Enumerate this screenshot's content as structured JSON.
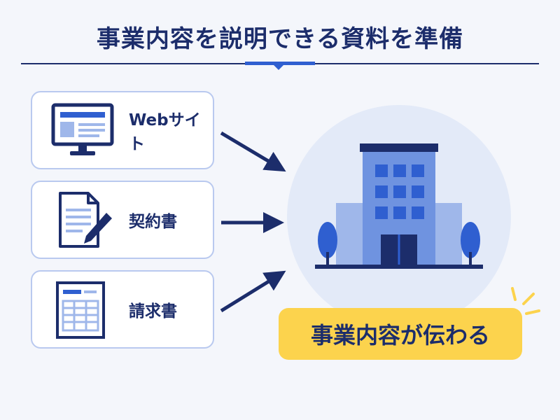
{
  "title": "事業内容を説明できる資料を準備",
  "sources": [
    {
      "label": "Webサイト",
      "icon": "monitor-icon"
    },
    {
      "label": "契約書",
      "icon": "contract-document-icon"
    },
    {
      "label": "請求書",
      "icon": "invoice-document-icon"
    }
  ],
  "result": {
    "label": "事業内容が伝わる",
    "icon": "office-building-icon"
  },
  "colors": {
    "navy": "#1c2d6b",
    "accent_blue": "#2f5fd0",
    "light_blue": "#b9c9ef",
    "highlight_yellow": "#fcd34d",
    "background": "#f4f6fb"
  }
}
